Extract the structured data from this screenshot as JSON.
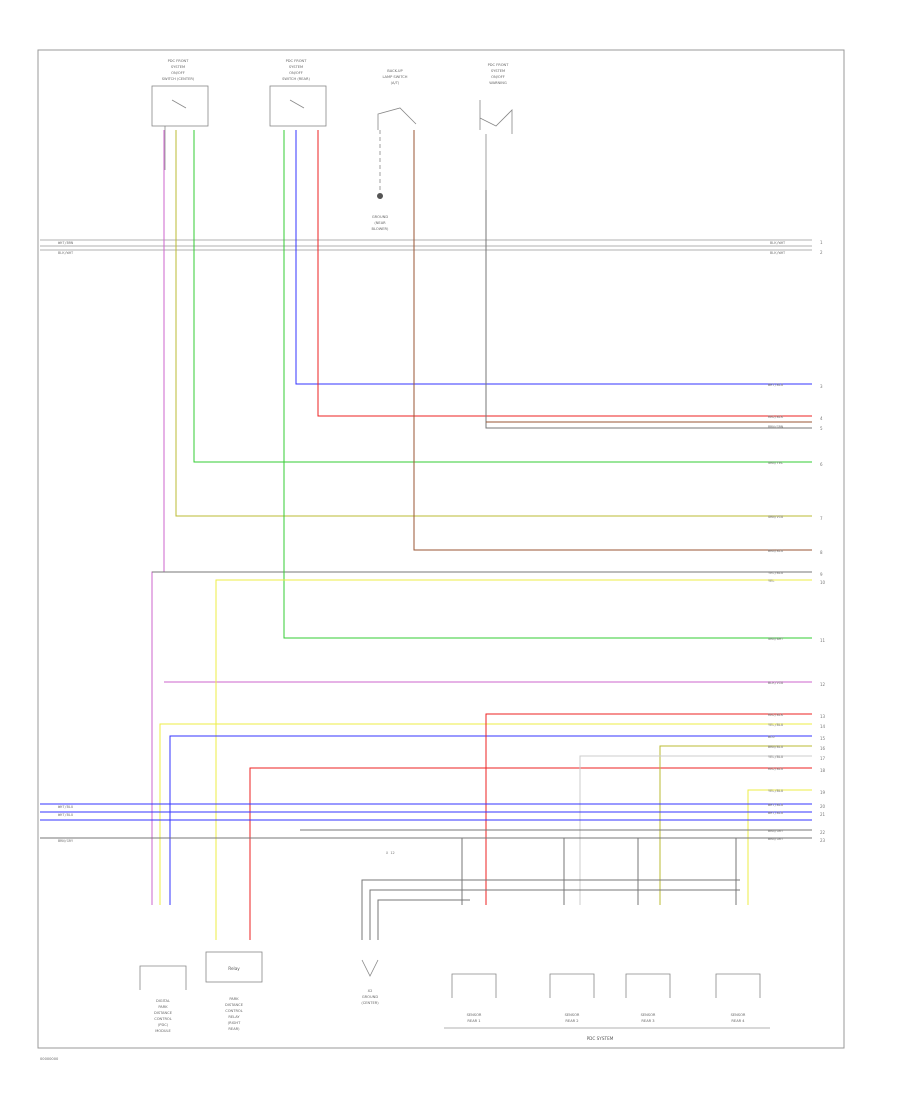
{
  "diagram": {
    "footer_code": "00000000",
    "bottom_group_label": "PDC SYSTEM",
    "relay_label": "Relay",
    "splice_label": "X 12"
  },
  "components": [
    {
      "id": "sw-left",
      "lines": [
        "PDC FRONT",
        "SYSTEM",
        "ON/OFF",
        "SWITCH (CENTER)"
      ]
    },
    {
      "id": "sw-mid",
      "lines": [
        "PDC FRONT",
        "SYSTEM",
        "ON/OFF",
        "SWITCH (REAR)"
      ]
    },
    {
      "id": "sw-reverse",
      "lines": [
        "BACK-UP",
        "LAMP SWITCH",
        "(A/T)"
      ]
    },
    {
      "id": "sw-right",
      "lines": [
        "PDC FRONT",
        "SYSTEM",
        "ON/OFF",
        "WARNING"
      ]
    },
    {
      "id": "ground",
      "lines": [
        "GROUND",
        "(NEAR",
        "BLOWER)"
      ]
    },
    {
      "id": "pdc-module",
      "lines": [
        "DIGITAL",
        "PARK",
        "DISTANCE",
        "CONTROL",
        "(PDC)",
        "MODULE"
      ]
    },
    {
      "id": "pdc-relay",
      "lines": [
        "PARK",
        "DISTANCE",
        "CONTROL",
        "RELAY",
        "(RIGHT",
        "REAR)"
      ]
    },
    {
      "id": "rear-ground",
      "lines": [
        "X2",
        "GROUND",
        "(CENTER)"
      ]
    },
    {
      "id": "sensor-1",
      "lines": [
        "SENSOR",
        "REAR 1"
      ]
    },
    {
      "id": "sensor-2",
      "lines": [
        "SENSOR",
        "REAR 2"
      ]
    },
    {
      "id": "sensor-3",
      "lines": [
        "SENSOR",
        "REAR 3"
      ]
    },
    {
      "id": "sensor-4",
      "lines": [
        "SENSOR",
        "REAR 4"
      ]
    }
  ],
  "left_wire_labels": [
    "WHT/BRN",
    "BLK/WHT",
    "WHT/BLU",
    "WHT/BLU",
    "BRN/GRY"
  ],
  "right_wire_labels": [
    "BLK/WHT",
    "BLK/WHT",
    "WHT/BLU",
    "RED/BLK",
    "BRN/GRN",
    "GRN/YEL",
    "GRN/VIO",
    "BRN/BLU",
    "YEL/BLU",
    "YEL",
    "GRN/WHT",
    "BLK/VIO",
    "RED/BLK",
    "YEL/BLU",
    "BLU",
    "BRN/BLU",
    "YEL/BLU",
    "RED/BLU",
    "YEL/BLU",
    "WHT/BLU",
    "WHT/BLU",
    "BRN/GRY",
    "BRN/GRY"
  ],
  "pin_numbers": [
    "1",
    "2",
    "3",
    "4",
    "5",
    "6",
    "7",
    "8",
    "9",
    "10",
    "11",
    "12",
    "13",
    "14",
    "15",
    "16",
    "17",
    "18",
    "19",
    "20",
    "21",
    "22",
    "23"
  ],
  "colors": {
    "blue": "#3333ff",
    "red": "#ee2222",
    "green": "#33cc33",
    "yellow": "#eeee44",
    "pink": "#cc66cc",
    "brown": "#995533",
    "gray": "#777777",
    "olive": "#bbbb33"
  }
}
